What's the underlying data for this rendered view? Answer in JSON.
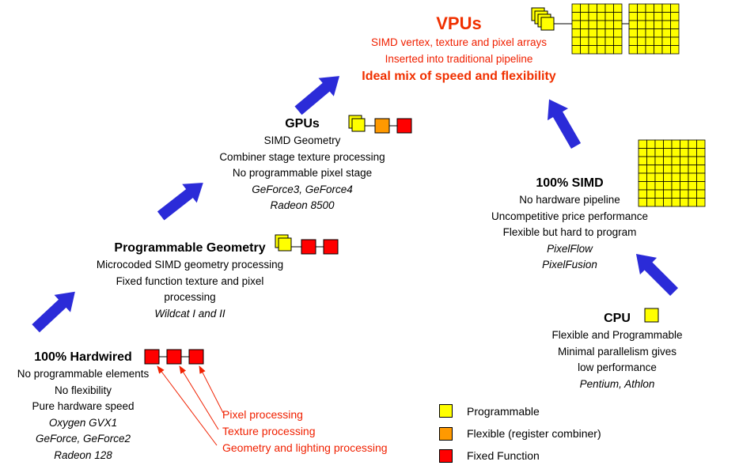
{
  "colors": {
    "programmable": "#ffff00",
    "flexible": "#ff9900",
    "fixed": "#ff0000",
    "arrow": "#2b2bd8",
    "accent_red": "#f03000"
  },
  "vpus": {
    "title": "VPUs",
    "line1": "SIMD vertex, texture and pixel arrays",
    "line2": "Inserted into traditional pipeline",
    "line3": "Ideal mix of speed and flexibility"
  },
  "gpus": {
    "title": "GPUs",
    "line1": "SIMD Geometry",
    "line2": "Combiner stage texture processing",
    "line3": "No programmable pixel stage",
    "line4": "GeForce3, GeForce4",
    "line5": "Radeon 8500"
  },
  "progeom": {
    "title": "Programmable Geometry",
    "line1": "Microcoded SIMD geometry processing",
    "line2": "Fixed function texture and pixel",
    "line3": "processing",
    "line4": "Wildcat I and II"
  },
  "hardwired": {
    "title": "100% Hardwired",
    "line1": "No programmable elements",
    "line2": "No flexibility",
    "line3": "Pure hardware speed",
    "line4": "Oxygen GVX1",
    "line5": "GeForce, GeForce2",
    "line6": "Radeon 128"
  },
  "simd": {
    "title": "100% SIMD",
    "line1": "No hardware pipeline",
    "line2": "Uncompetitive price performance",
    "line3": "Flexible but hard to program",
    "line4": "PixelFlow",
    "line5": "PixelFusion"
  },
  "cpu": {
    "title": "CPU",
    "line1": "Flexible and Programmable",
    "line2": "Minimal parallelism gives",
    "line3": "low performance",
    "line4": "Pentium, Athlon"
  },
  "stages": {
    "pixel": "Pixel processing",
    "texture": "Texture processing",
    "geometry": "Geometry and lighting processing"
  },
  "legend": {
    "programmable": "Programmable",
    "flexible": "Flexible (register combiner)",
    "fixed": "Fixed Function"
  }
}
